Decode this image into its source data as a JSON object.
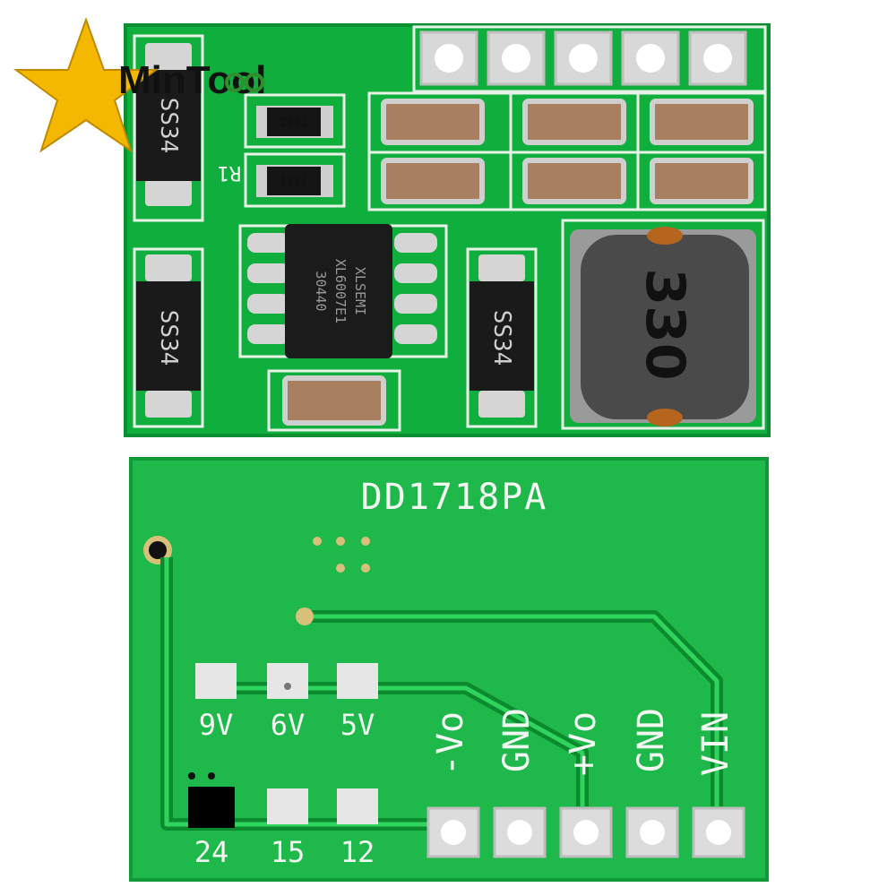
{
  "logo": {
    "text": "MinTool",
    "star_color": "#f5b800",
    "gear_color": "#2f8f2f"
  },
  "top_board": {
    "color": "#0fae3d",
    "ic": {
      "lines": [
        "XLSEMI",
        "XL6007E1",
        "30440"
      ]
    },
    "resistors": [
      "2001",
      "7681"
    ],
    "resistor_label": "R1",
    "diodes": [
      "SS34",
      "SS34",
      "SS34"
    ],
    "inductor": "330"
  },
  "bottom_board": {
    "color": "#1fb84a",
    "model": "DD1718PA",
    "select_top": [
      "9V",
      "6V",
      "5V"
    ],
    "select_bottom": [
      "24",
      "15",
      "12"
    ],
    "pins": [
      "-Vo",
      "GND",
      "+Vo",
      "GND",
      "VIN"
    ]
  }
}
